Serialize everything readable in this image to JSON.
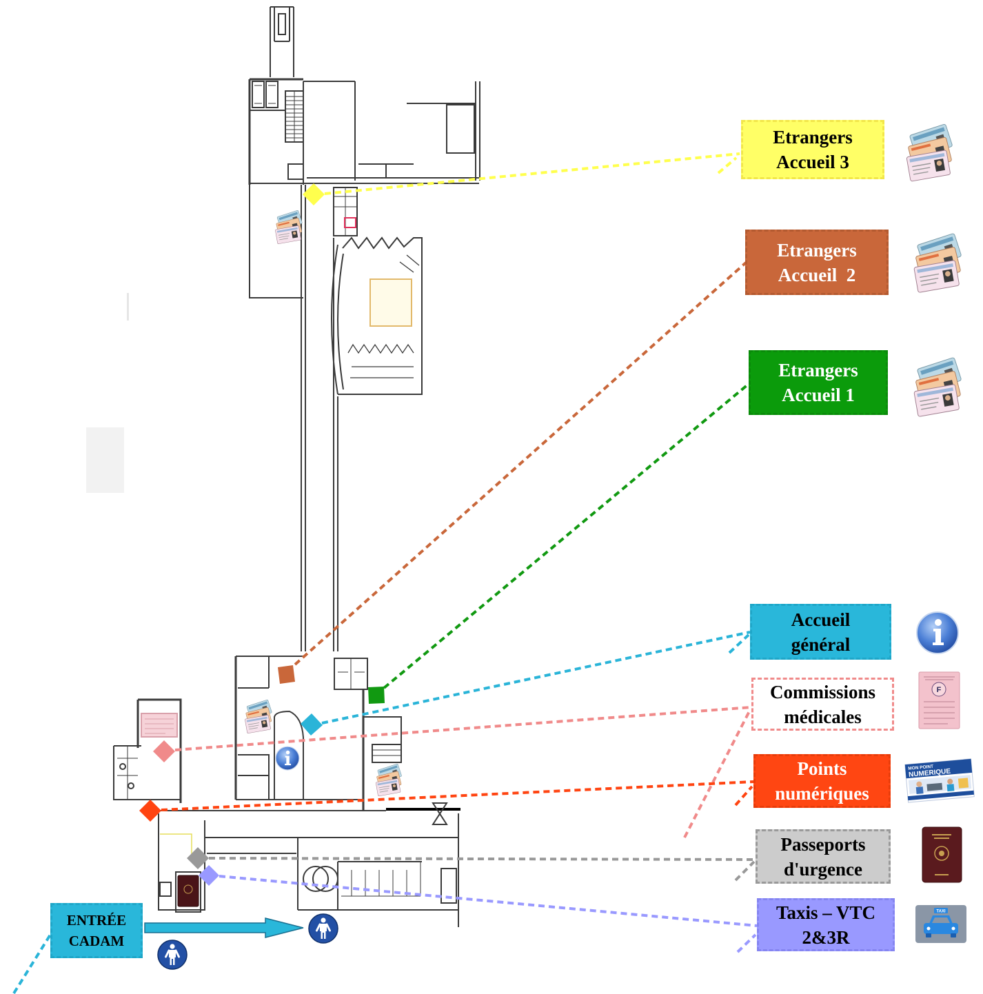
{
  "callouts": [
    {
      "lines": [
        "Etrangers",
        "Accueil 3"
      ],
      "fill": "#ffff66",
      "border": "#f2e64a",
      "text_color": "#000000",
      "connector": "#ffff4d"
    },
    {
      "lines": [
        "Etrangers",
        "Accueil  2"
      ],
      "fill": "#c9673a",
      "border": "#b35a30",
      "text_color": "#ffffff",
      "connector": "#c9673a"
    },
    {
      "lines": [
        "Etrangers",
        "Accueil 1"
      ],
      "fill": "#0b9b0b",
      "border": "#0a8a0a",
      "text_color": "#ffffff",
      "connector": "#119911"
    },
    {
      "lines": [
        "Accueil",
        "général"
      ],
      "fill": "#29b7da",
      "border": "#1fa6c8",
      "text_color": "#000000",
      "connector": "#2ab4d8"
    },
    {
      "lines": [
        "Commissions",
        "médicales"
      ],
      "fill": "#ffffff",
      "border": "#f08a8a",
      "text_color": "#000000",
      "connector": "#f08a8a"
    },
    {
      "lines": [
        "Points",
        "numériques"
      ],
      "fill": "#ff4612",
      "border": "#e83c0a",
      "text_color": "#ffffff",
      "connector": "#ff4411"
    },
    {
      "lines": [
        "Passeports",
        "d'urgence"
      ],
      "fill": "#cccccc",
      "border": "#999999",
      "text_color": "#000000",
      "connector": "#999999"
    },
    {
      "lines": [
        "Taxis – VTC",
        "2&3R"
      ],
      "fill": "#9999ff",
      "border": "#8585f0",
      "text_color": "#000000",
      "connector": "#9999ff"
    }
  ],
  "entrance": {
    "lines": [
      "ENTRÉE",
      "CADAM"
    ],
    "fill": "#29b7da",
    "border": "#1fa6c8",
    "text_color": "#000000",
    "connector": "#2ab4d8",
    "arrow": "#29b7da"
  },
  "icons": {
    "foreigners": "id-cards-icon",
    "general": "info-icon",
    "medical": "driving-licence-icon",
    "digital": "mon-point-numerique-banner",
    "passports": "passport-icon",
    "taxis": "taxi-icon",
    "access": "pedestrian-icon"
  },
  "banner": {
    "line1": "MON POINT",
    "line2": "NUMERIQUE"
  },
  "permis_emblem": "F",
  "taxi_sign": "TAXI"
}
